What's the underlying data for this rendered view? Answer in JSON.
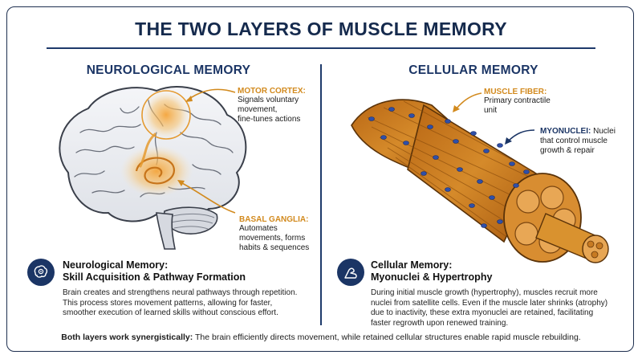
{
  "title": "THE TWO LAYERS OF MUSCLE MEMORY",
  "left": {
    "heading": "NEUROLOGICAL MEMORY",
    "callouts": {
      "motor_cortex": {
        "label": "MOTOR CORTEX:",
        "text_lines": [
          "Signals voluntary",
          "movement,",
          "fine-tunes actions"
        ]
      },
      "basal_ganglia": {
        "label": "BASAL GANGLIA:",
        "text_lines": [
          "Automates",
          "movements, forms",
          "habits & sequences"
        ]
      }
    },
    "summary": {
      "icon": "brain-gear-icon",
      "title_line1": "Neurological Memory:",
      "title_line2": "Skill Acquisition & Pathway Formation",
      "body_lines": [
        "Brain creates and strengthens neural pathways through repetition.",
        "This process stores movement patterns, allowing for faster,",
        "smoother execution of learned skills without conscious effort."
      ]
    }
  },
  "right": {
    "heading": "CELLULAR MEMORY",
    "callouts": {
      "muscle_fiber": {
        "label": "MUSCLE FIBER:",
        "text_lines": [
          "Primary contractile",
          "unit"
        ]
      },
      "myonuclei": {
        "label": "MYONUCLEI:",
        "label_tail": " Nuclei",
        "text_lines": [
          "that control muscle",
          "growth & repair"
        ]
      }
    },
    "summary": {
      "icon": "flexed-arm-icon",
      "title_line1": "Cellular Memory:",
      "title_line2": "Myonuclei & Hypertrophy",
      "body_lines": [
        "During initial muscle growth (hypertrophy), muscles recruit more",
        "nuclei from satellite cells. Even if the muscle later shrinks (atrophy)",
        "due to inactivity, these extra myonuclei are retained, facilitating",
        "faster regrowth upon renewed training."
      ]
    }
  },
  "footer": {
    "bold": "Both layers work synergistically:",
    "rest": " The brain efficiently directs movement, while retained cellular structures enable rapid muscle rebuilding."
  },
  "colors": {
    "navy": "#1b3565",
    "orange": "#d28a1e",
    "muscle": "#c9771f",
    "nucleus": "#2f4fa8"
  }
}
